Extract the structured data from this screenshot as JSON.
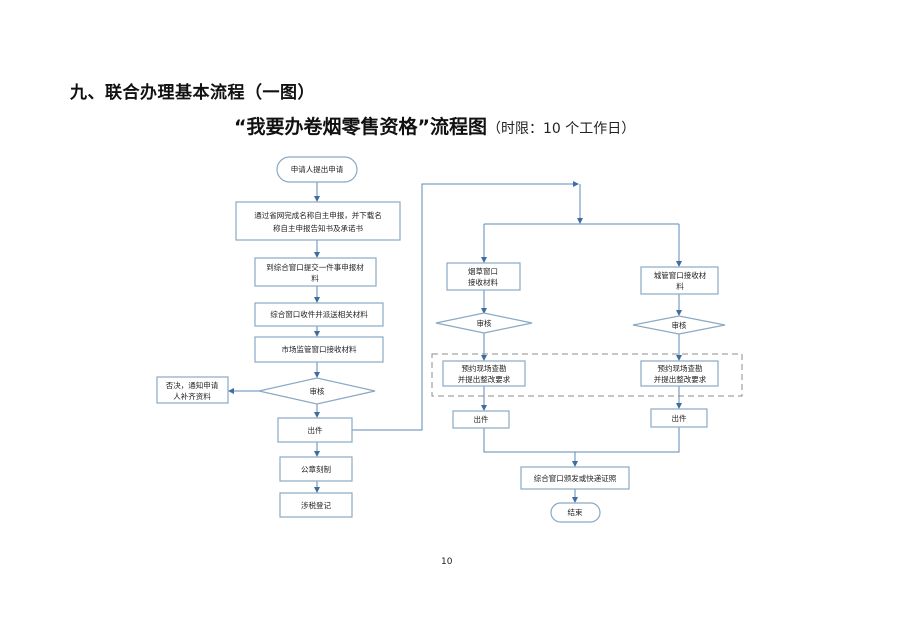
{
  "section_heading": "九、联合办理基本流程（一图）",
  "chart_title": {
    "main": "“我要办卷烟零售资格”流程图",
    "sub": "（时限：10 个工作日）"
  },
  "colors": {
    "line": "#5b8ab5",
    "box_border": "#8aa9c4",
    "arrow": "#3f6e9e",
    "dashed": "#8c8c8c"
  },
  "flow": {
    "start": "申请人提出申请",
    "step1": [
      "通过省网完成名称自主申报，并下载名",
      "称自主申报告知书及承诺书"
    ],
    "step2": [
      "到综合窗口提交一件事申报材",
      "料"
    ],
    "step3": "综合窗口收件并派送相关材料",
    "step4": "市场监管窗口接收材料",
    "review_main": "审核",
    "reject": [
      "否决，通知申请",
      "人补齐资料"
    ],
    "issue_main": "出件",
    "seal": "公章刻制",
    "tax": "涉税登记",
    "left_branch": {
      "receive": [
        "烟草窗口",
        "接收材料"
      ],
      "review": "审核",
      "inspect": [
        "预约现场查勘",
        "并提出整改要求"
      ],
      "issue": "出件"
    },
    "right_branch": {
      "receive": [
        "城管窗口接收材",
        "料"
      ],
      "review": "审核",
      "inspect": [
        "预约现场查勘",
        "并提出整改要求"
      ],
      "issue": "出件"
    },
    "final_step": "综合窗口颁发或快递证照",
    "end": "结束"
  },
  "page_number": "10"
}
